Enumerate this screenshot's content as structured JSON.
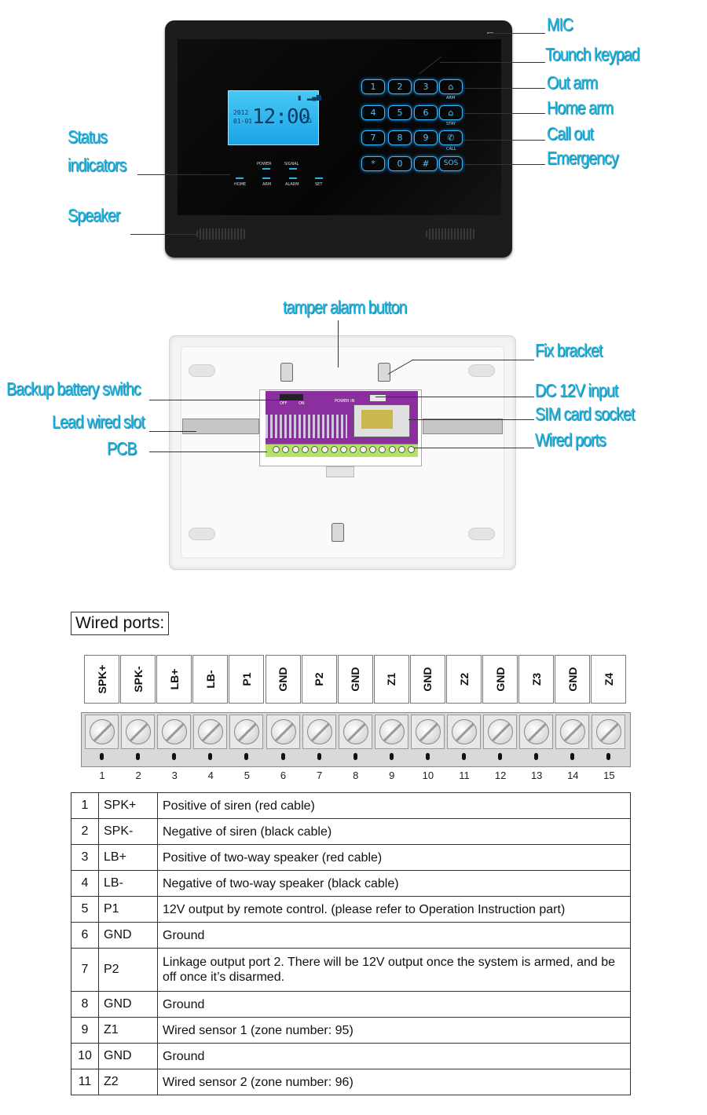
{
  "front": {
    "lcd_clock": "12:00",
    "lcd_date": [
      "2012",
      "01-01"
    ],
    "keys": [
      "1",
      "2",
      "3",
      "⌂",
      "4",
      "5",
      "6",
      "⌂",
      "7",
      "8",
      "9",
      "✆",
      "*",
      "0",
      "#",
      "SOS"
    ],
    "key_captions": [
      "ARM",
      "STAY",
      "CALL"
    ],
    "indicator_top": [
      "POWER",
      "SIGNAL"
    ],
    "indicator_bottom": [
      "HOME",
      "ARM",
      "ALARM",
      "SET"
    ]
  },
  "callouts": {
    "mic": "MIC",
    "keypad": "Tounch keypad",
    "out_arm": "Out arm",
    "home_arm": "Home arm",
    "call_out": "Call out",
    "emergency": "Emergency",
    "status_1": "Status",
    "status_2": "indicators",
    "speaker": "Speaker",
    "tamper": "tamper alarm button",
    "fix_bracket": "Fix bracket",
    "backup": "Backup battery swithc",
    "dc": "DC 12V input",
    "lead": "Lead wired slot",
    "sim": "SIM card socket",
    "pcb": "PCB",
    "wired": "Wired ports"
  },
  "pcb_text": {
    "off": "OFF",
    "on": "ON",
    "power": "POWER IN"
  },
  "wired_title": "Wired ports:",
  "ports": [
    "SPK+",
    "SPK-",
    "LB+",
    "LB-",
    "P1",
    "GND",
    "P2",
    "GND",
    "Z1",
    "GND",
    "Z2",
    "GND",
    "Z3",
    "GND",
    "Z4"
  ],
  "port_numbers": [
    "1",
    "2",
    "3",
    "4",
    "5",
    "6",
    "7",
    "8",
    "9",
    "10",
    "11",
    "12",
    "13",
    "14",
    "15"
  ],
  "table": [
    {
      "n": "1",
      "code": "SPK+",
      "desc": "Positive of siren (red cable)"
    },
    {
      "n": "2",
      "code": "SPK-",
      "desc": "Negative of siren (black cable)"
    },
    {
      "n": "3",
      "code": "LB+",
      "desc": "Positive of two-way speaker (red cable)"
    },
    {
      "n": "4",
      "code": "LB-",
      "desc": "Negative of two-way speaker (black cable)"
    },
    {
      "n": "5",
      "code": "P1",
      "desc": "12V output by remote control. (please refer to Operation Instruction part)"
    },
    {
      "n": "6",
      "code": "GND",
      "desc": "Ground"
    },
    {
      "n": "7",
      "code": "P2",
      "desc": "Linkage output port 2. There will be 12V output once the system is armed, and be off once it’s disarmed."
    },
    {
      "n": "8",
      "code": "GND",
      "desc": "Ground"
    },
    {
      "n": "9",
      "code": "Z1",
      "desc": "Wired sensor 1 (zone number: 95)"
    },
    {
      "n": "10",
      "code": "GND",
      "desc": "Ground"
    },
    {
      "n": "11",
      "code": "Z2",
      "desc": "Wired sensor 2 (zone number: 96)"
    }
  ]
}
